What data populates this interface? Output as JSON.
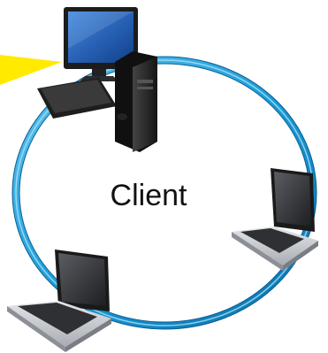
{
  "diagram": {
    "center_label": "Client",
    "nodes": [
      {
        "kind": "desktop-computer"
      },
      {
        "kind": "laptop"
      },
      {
        "kind": "laptop"
      }
    ],
    "colors": {
      "ring": "#1a9bd7",
      "ring_highlight": "#7fd3f5",
      "pointer": "#ffea00",
      "screen": "#1f5fb4",
      "device_body": "#2b2b2b",
      "laptop_body": "#c9ccd0"
    }
  }
}
